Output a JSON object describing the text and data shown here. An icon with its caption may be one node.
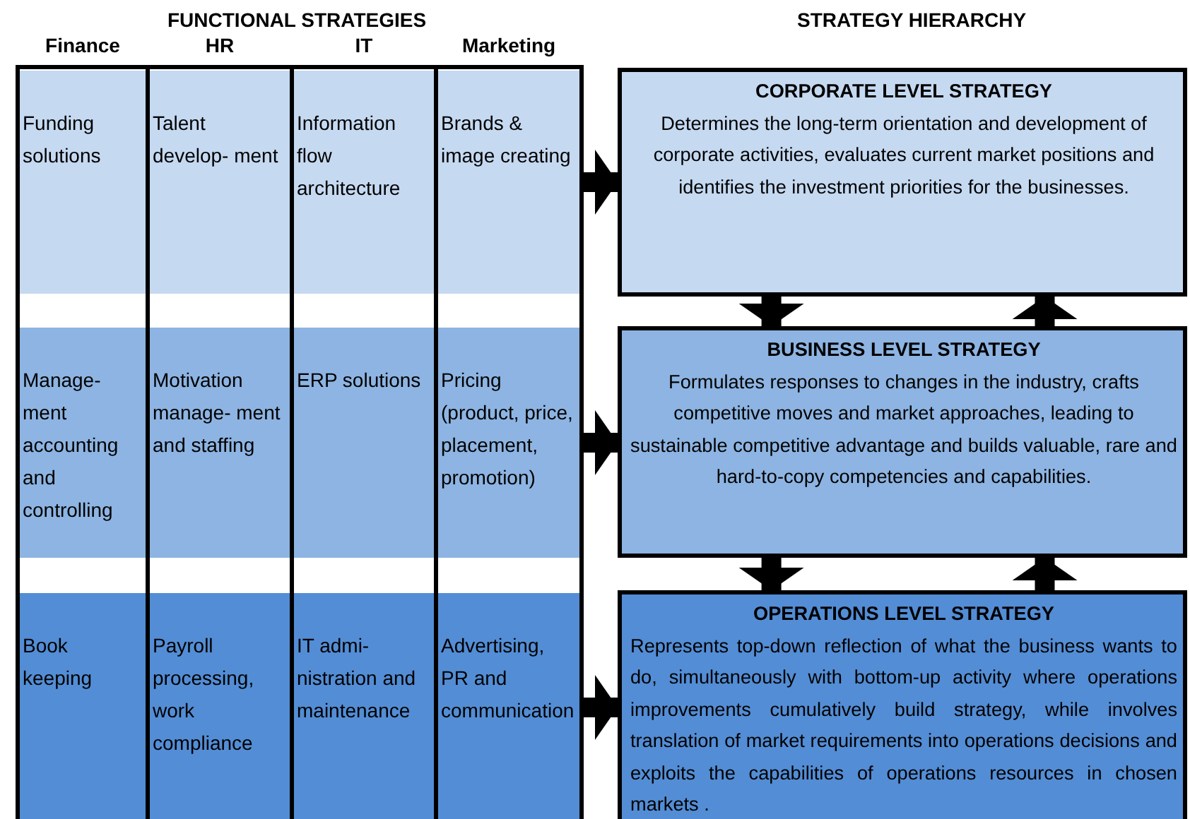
{
  "diagram": {
    "nodes": [
      {
        "text": [
          "Finance"
        ]
      },
      {
        "text": [
          "Funding solutions"
        ],
        "in": 0
      },
      {
        "text": [
          "Manage- ment accounting and controlling"
        ],
        "in": 0
      },
      {
        "text": [
          "Book keeping"
        ],
        "in": 0
      },
      {
        "text": [
          "HR"
        ]
      },
      {
        "text": [
          "Talent develop- ment"
        ],
        "in": 4
      },
      {
        "text": [
          "Motivation manage- ment and staffing"
        ],
        "in": 4
      },
      {
        "text": [
          "Payroll processing, work compliance"
        ],
        "in": 4
      },
      {
        "text": [
          "IT"
        ]
      },
      {
        "text": [
          "Information flow architecture"
        ],
        "in": 8
      },
      {
        "text": [
          "ERP solutions"
        ],
        "in": 8
      },
      {
        "text": [
          "IT admi- nistration and maintenance"
        ],
        "in": 8
      },
      {
        "text": [
          "Marketing"
        ]
      },
      {
        "text": [
          "Brands & image creating"
        ],
        "in": 12
      },
      {
        "text": [
          "Pricing (product, price, placement, promotion)"
        ],
        "in": 12
      },
      {
        "text": [
          "Advertising, PR and communication"
        ],
        "in": 12
      },
      {
        "text": [
          "CORPORATE LEVEL STRATEGY",
          "Determines the long-term orientation and development of corporate activities, evaluates current market positions and identifies the investment priorities for the businesses."
        ]
      },
      {
        "text": [
          "BUSINESS LEVEL STRATEGY",
          "Formulates responses to changes in the industry, crafts competitive moves and market approaches, leading to sustainable competitive advantage and builds valuable, rare and hard-to-copy competencies and capabilities."
        ]
      },
      {
        "text": [
          "OPERATIONS LEVEL STRATEGY",
          "Represents top-down reflection of what the business wants to do, simultaneously with bottom-up activity where operations improvements cumulatively build strategy, while involves translation of market requirements into operations decisions and exploits the capabilities of operations resources in chosen markets ."
        ]
      }
    ],
    "edges": [
      {
        "from": 13,
        "to": 16,
        "arrow": "to"
      },
      {
        "from": 14,
        "to": 17,
        "arrow": "to"
      },
      {
        "from": 15,
        "to": 18,
        "arrow": "to"
      },
      {
        "from": 16,
        "to": 17,
        "arrow": "to"
      },
      {
        "from": 17,
        "to": 16,
        "arrow": "to"
      },
      {
        "from": 17,
        "to": 18,
        "arrow": "to"
      },
      {
        "from": 18,
        "to": 17,
        "arrow": "to"
      }
    ],
    "labels": [
      "FUNCTIONAL STRATEGIES",
      "STRATEGY HIERARCHY"
    ]
  }
}
